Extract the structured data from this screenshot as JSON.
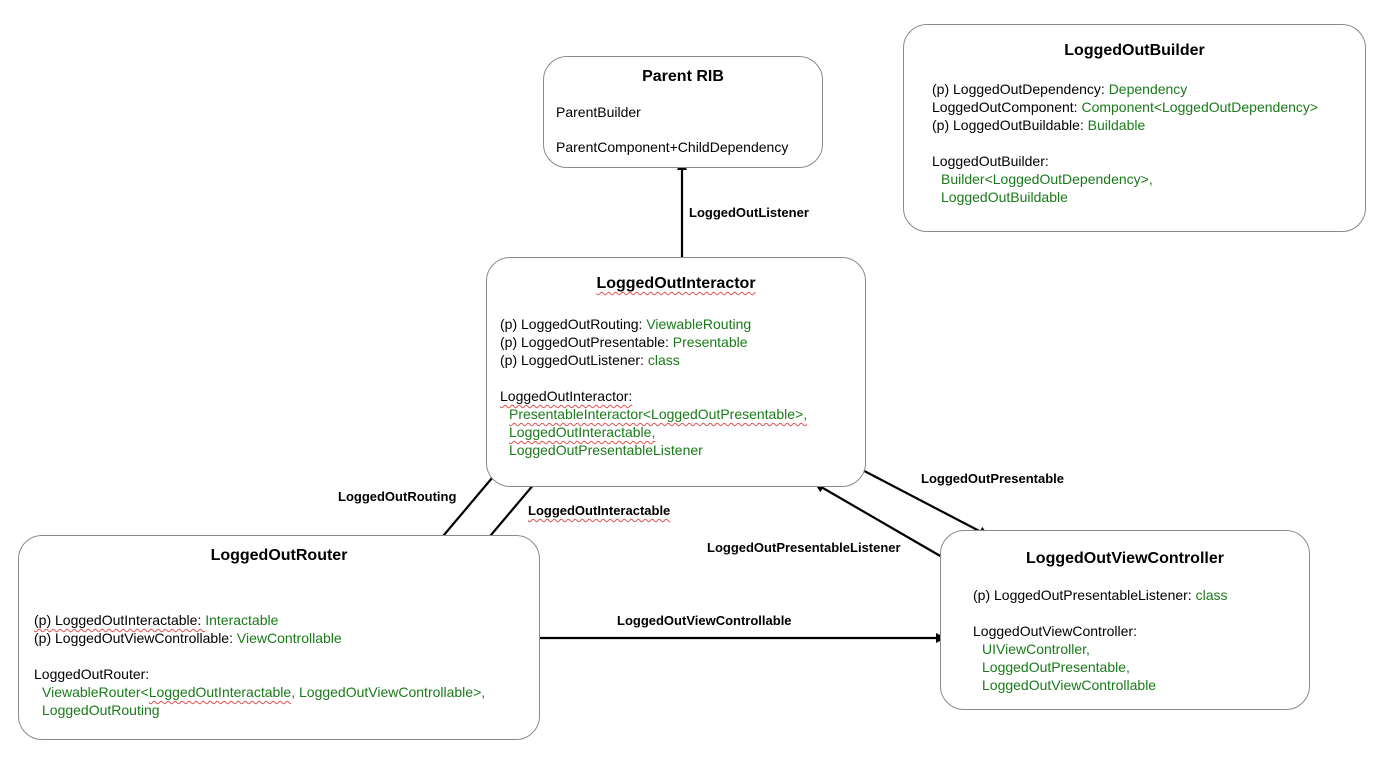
{
  "parent_rib": {
    "title": "Parent RIB",
    "line1": "ParentBuilder",
    "line2": "ParentComponent+ChildDependency"
  },
  "builder": {
    "title": "LoggedOutBuilder",
    "l1_black": "(p) LoggedOutDependency: ",
    "l1_green": "Dependency",
    "l2_black": "LoggedOutComponent: ",
    "l2_green": "Component<LoggedOutDependency>",
    "l3_black": "(p) LoggedOutBuildable: ",
    "l3_green": "Buildable",
    "l4_black": "LoggedOutBuilder:",
    "l5_green": "Builder<LoggedOutDependency>,",
    "l6_green": "LoggedOutBuildable"
  },
  "interactor": {
    "title": "LoggedOutInteractor",
    "l1_black": "(p) LoggedOutRouting: ",
    "l1_green": "ViewableRouting",
    "l2_black": "(p) LoggedOutPresentable: ",
    "l2_green": "Presentable",
    "l3_black": "(p) LoggedOutListener: ",
    "l3_green": "class",
    "l4_black": "LoggedOutInteractor:",
    "l5_green": "PresentableInteractor<LoggedOutPresentable>,",
    "l6_green": "LoggedOutInteractable,",
    "l7_green": "LoggedOutPresentableListener"
  },
  "router": {
    "title": "LoggedOutRouter",
    "l1_black": "(p) LoggedOutInteractable: ",
    "l1_green": "Interactable",
    "l2_black": "(p) LoggedOutViewControllable: ",
    "l2_green": "ViewControllable",
    "l3_black": "LoggedOutRouter:",
    "l4_green_a": "ViewableRouter<",
    "l4_green_b": "LoggedOutInteractable",
    "l4_green_c": ", LoggedOutViewControllable>,",
    "l5_green": "LoggedOutRouting"
  },
  "view_controller": {
    "title": "LoggedOutViewController",
    "l1_black": "(p) LoggedOutPresentableListener: ",
    "l1_green": "class",
    "l2_black": "LoggedOutViewController:",
    "l3_green": "UIViewController,",
    "l4_green": "LoggedOutPresentable,",
    "l5_green": "LoggedOutViewControllable"
  },
  "edges": {
    "listener": "LoggedOutListener",
    "routing": "LoggedOutRouting",
    "interactable": "LoggedOutInteractable",
    "presentable": "LoggedOutPresentable",
    "presentable_listener": "LoggedOutPresentableListener",
    "view_controllable": "LoggedOutViewControllable"
  }
}
